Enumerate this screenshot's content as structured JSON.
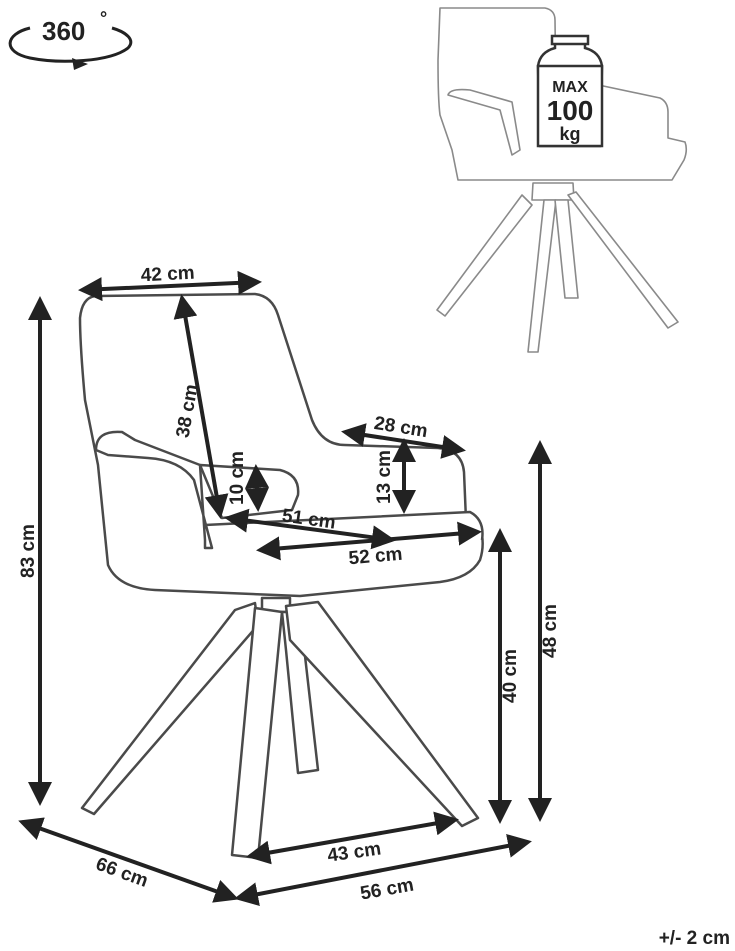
{
  "rotation": {
    "label": "360",
    "unit": "°"
  },
  "capacity": {
    "line1": "MAX",
    "line2": "100",
    "line3": "kg"
  },
  "dimensions": {
    "top_width": "42 cm",
    "back_height": "38 cm",
    "arm_length": "28 cm",
    "arm_height": "13 cm",
    "arm_thickness": "10 cm",
    "seat_depth": "51 cm",
    "seat_width": "52 cm",
    "total_height": "83 cm",
    "seat_height": "48 cm",
    "arm_to_floor": "40 cm",
    "base_front": "43 cm",
    "depth": "66 cm",
    "width": "56 cm"
  },
  "tolerance": "+/- 2 cm"
}
